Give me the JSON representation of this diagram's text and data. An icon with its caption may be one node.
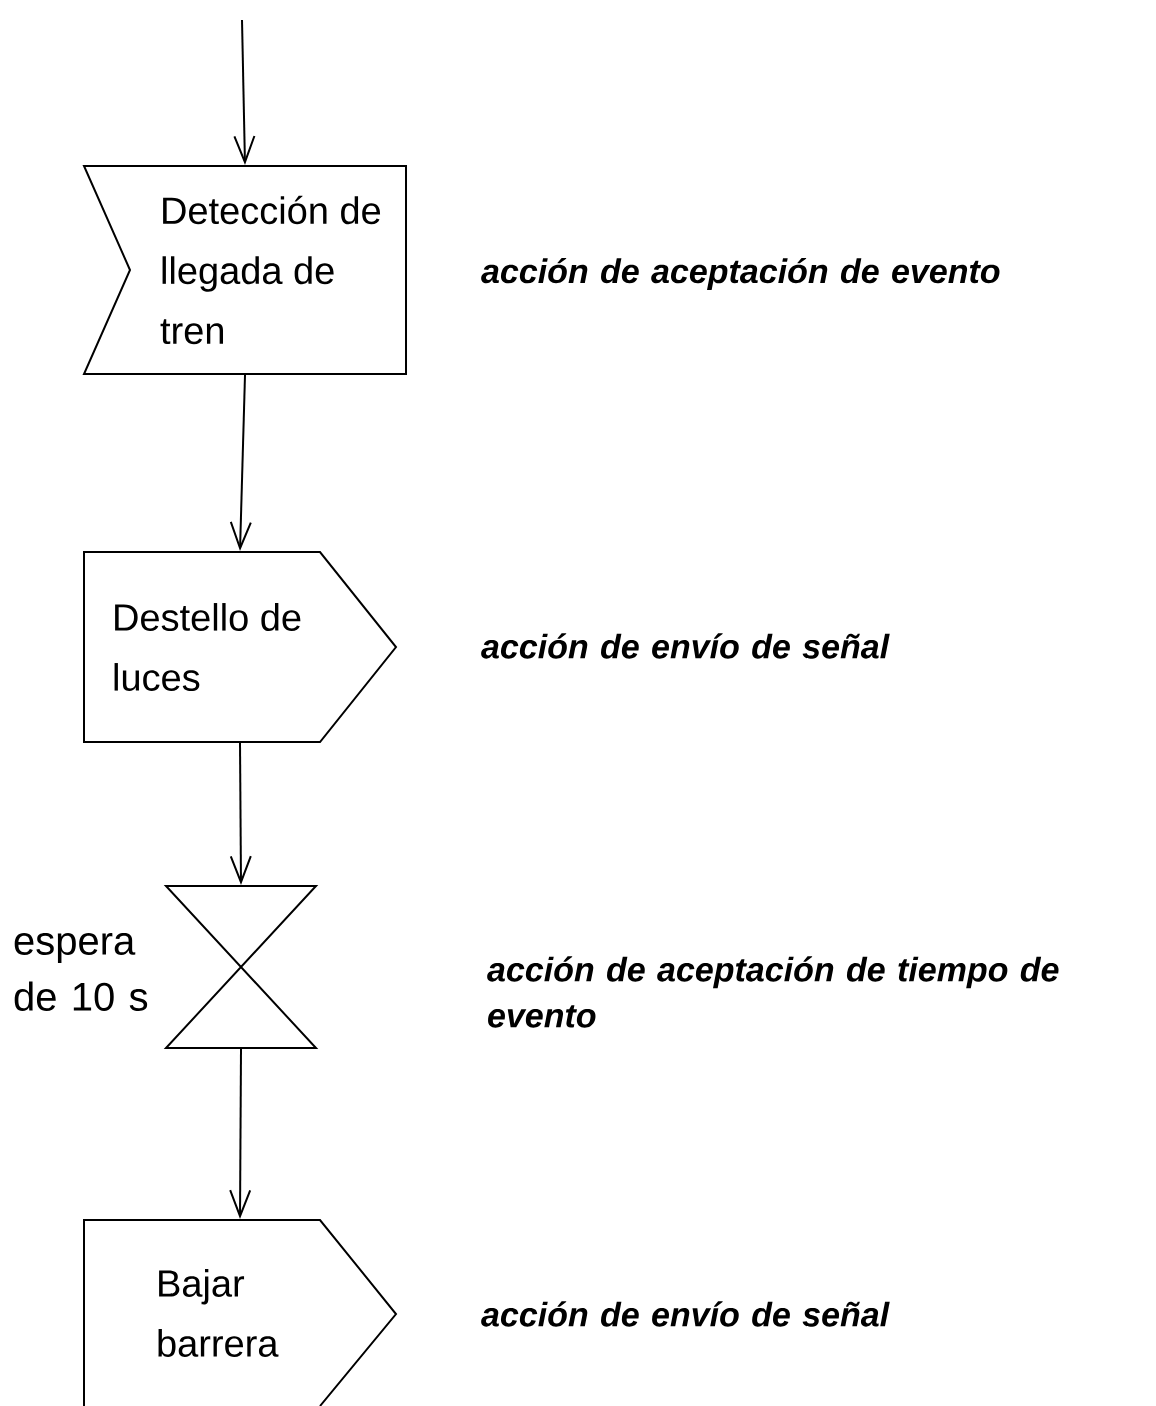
{
  "diagram": {
    "nodes": [
      {
        "text": [
          "Detección de llegada de tren"
        ],
        "beside": [
          "acción de aceptación de evento"
        ]
      },
      {
        "text": [
          "Destello de luces"
        ],
        "beside": [
          "acción de envío de señal"
        ]
      },
      {
        "text": [],
        "shape": "hourglass",
        "beside": [
          "espera de 10 s"
        ]
      },
      {
        "text": [
          "Bajar barrera"
        ],
        "beside": [
          "acción de envío de señal"
        ]
      }
    ],
    "edges": [
      {
        "from": null,
        "to": 0,
        "arrow": "to"
      },
      {
        "from": 0,
        "to": 1,
        "arrow": "to"
      },
      {
        "from": 1,
        "to": 2,
        "arrow": "to"
      },
      {
        "from": 2,
        "to": 3,
        "arrow": "to"
      }
    ],
    "labels": [
      "acción de aceptación de tiempo de evento"
    ]
  }
}
